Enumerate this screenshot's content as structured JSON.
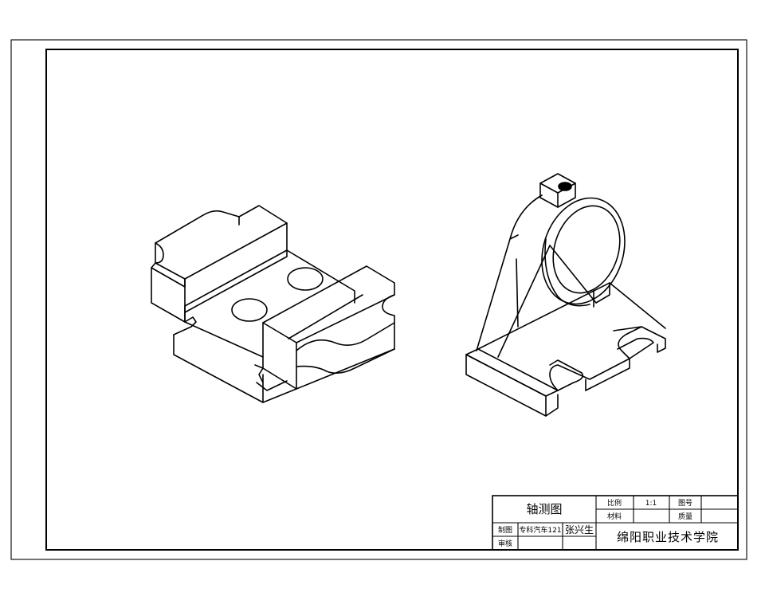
{
  "title_block": {
    "drawing_title": "轴测图",
    "scale_label": "比例",
    "scale_value": "1:1",
    "drawing_no_label": "图号",
    "material_label": "材料",
    "mass_label": "质量",
    "drawn_by_label": "制图",
    "drawn_by_class": "专科汽车121",
    "drawn_by_name": "张兴生",
    "checked_by_label": "审核",
    "school_name": "绵阳职业技术学院"
  },
  "colors": {
    "line": "#000000",
    "paper": "#ffffff"
  }
}
